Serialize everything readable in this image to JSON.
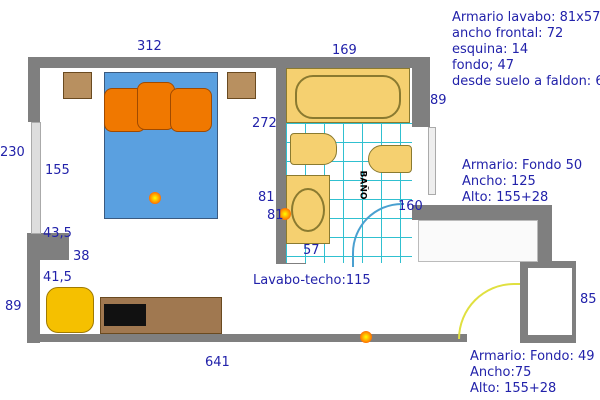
{
  "dimensions": {
    "top_bedroom": "312",
    "top_bath": "169",
    "bath_right": "89",
    "bath_height": "272",
    "left_height": "230",
    "window": "155",
    "sink_a": "81",
    "sink_b": "81",
    "sink_depth": "57",
    "door_bath": "160",
    "wall_a": "43,5",
    "wall_b": "38",
    "wall_c": "41,5",
    "bottom_left": "89",
    "total_length": "641",
    "right_closet": "85"
  },
  "sink_note": "Lavabo-techo:115",
  "bath_label": "BAÑO",
  "notes": {
    "sink_cabinet": [
      "Armario lavabo: 81x57",
      "ancho frontal: 72",
      "esquina: 14",
      "fondo; 47",
      "desde suelo a faldon: 6"
    ],
    "closet_1": [
      "Armario: Fondo 50",
      "Ancho: 125",
      "Alto: 155+28"
    ],
    "closet_2": [
      "Armario:  Fondo: 49",
      "Ancho:75",
      "Alto: 155+28"
    ]
  },
  "colors": {
    "wall": "#7f7f7f",
    "bed": "#5aa0e0",
    "pillow": "#f07800",
    "fixture": "#f5d070",
    "tile": "#30c0d0",
    "text": "#2222aa"
  }
}
